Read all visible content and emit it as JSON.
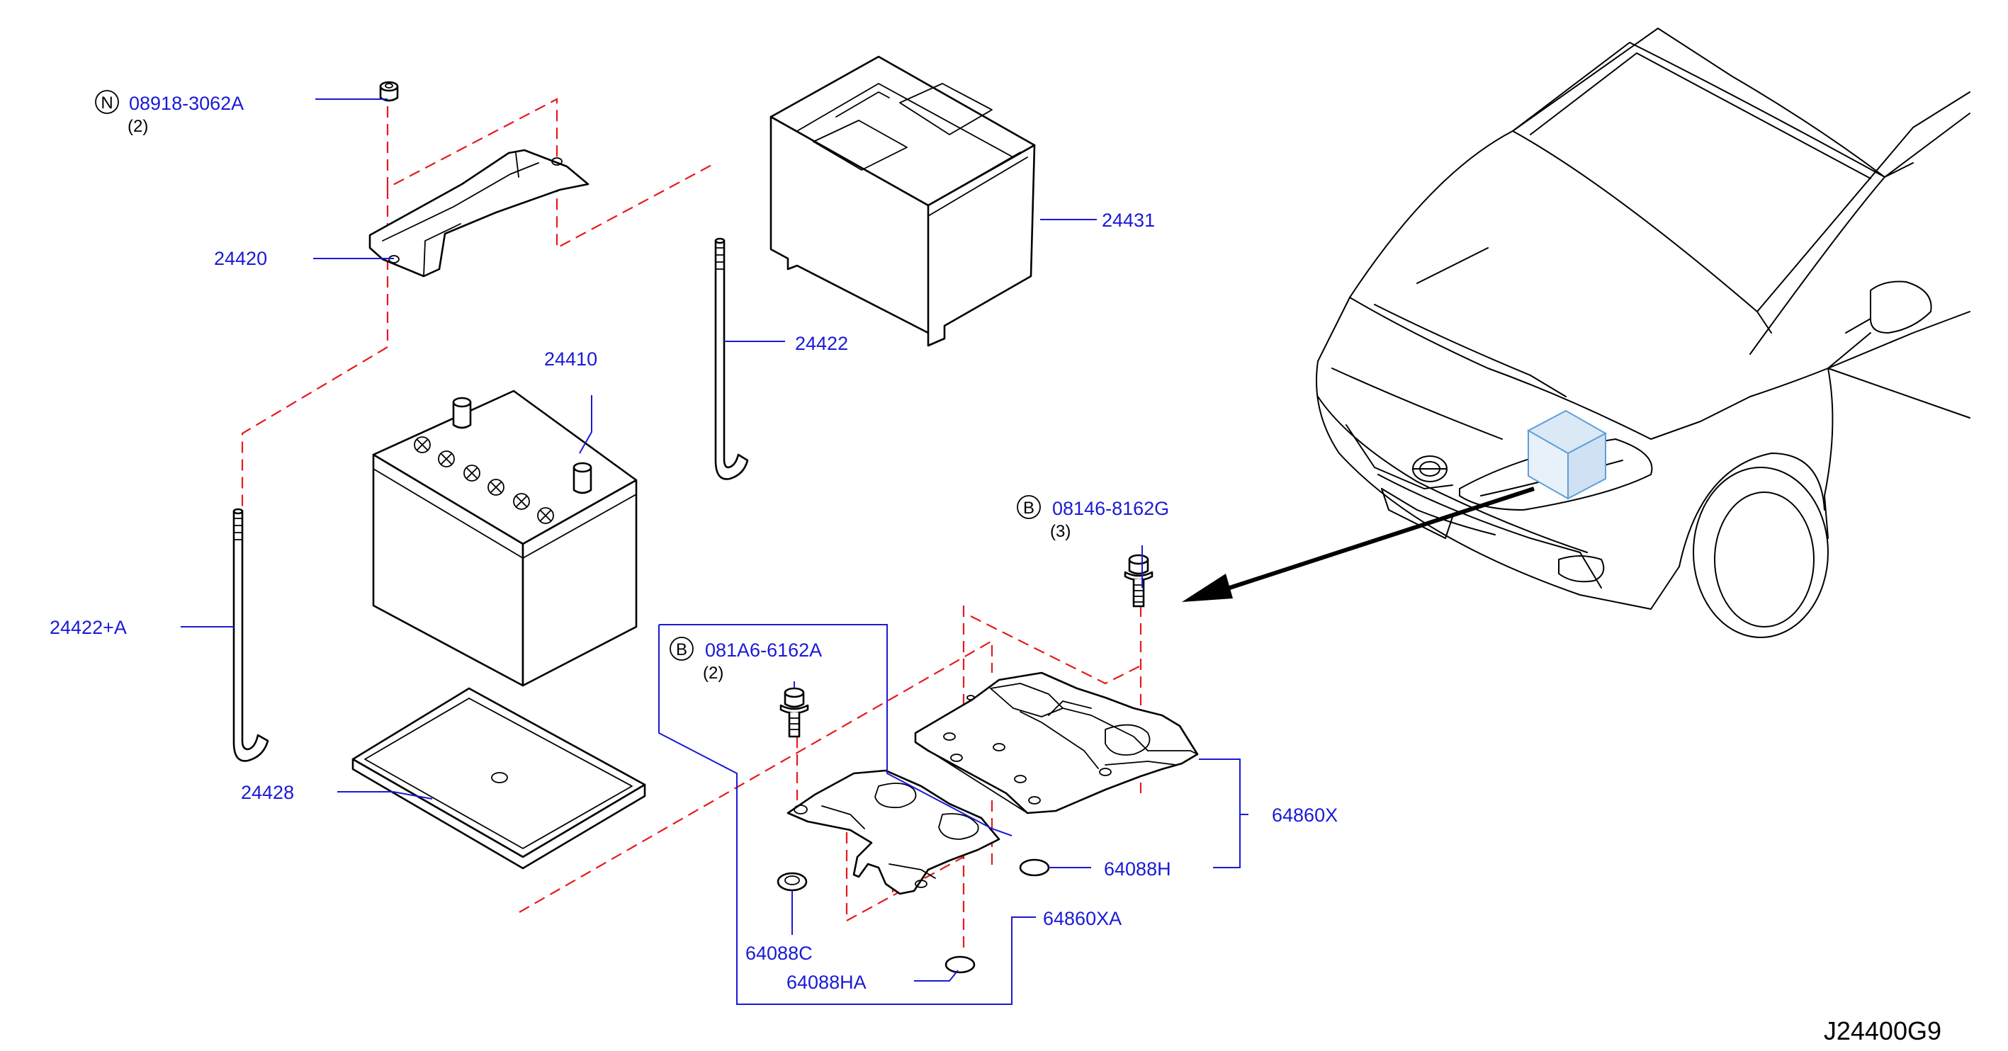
{
  "fasteners": [
    {
      "badge": "N",
      "part_no": "08918-3062A",
      "qty": "(2)"
    },
    {
      "badge": "B",
      "part_no": "08146-8162G",
      "qty": "(3)"
    },
    {
      "badge": "B",
      "part_no": "081A6-6162A",
      "qty": "(2)"
    }
  ],
  "parts": {
    "p24420": "24420",
    "p24431": "24431",
    "p24422": "24422",
    "p24410": "24410",
    "p24422a": "24422+A",
    "p24428": "24428",
    "p64860x": "64860X",
    "p64088h": "64088H",
    "p64860xa": "64860XA",
    "p64088c": "64088C",
    "p64088ha": "64088HA"
  },
  "figure_ref": "J24400G9",
  "colors": {
    "label": "#1a1ad6",
    "leader": "#1a1ad6",
    "dashed_guide": "#e8191f",
    "line_art": "#000000",
    "highlight_box": "#5f9fd8"
  }
}
